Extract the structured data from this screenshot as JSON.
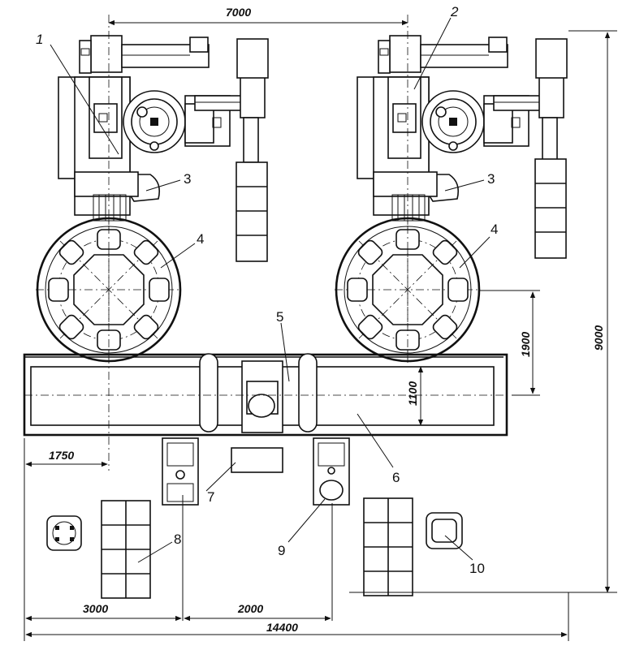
{
  "labels": {
    "l1": "1",
    "l2": "2",
    "l3a": "3",
    "l3b": "3",
    "l4a": "4",
    "l4b": "4",
    "l5": "5",
    "l6": "6",
    "l7": "7",
    "l8": "8",
    "l9": "9",
    "l10": "10"
  },
  "dimensions": {
    "d7000": "7000",
    "d9000": "9000",
    "d1900": "1900",
    "d1100": "1100",
    "d1750": "1750",
    "d3000": "3000",
    "d2000": "2000",
    "d14400": "14400"
  }
}
